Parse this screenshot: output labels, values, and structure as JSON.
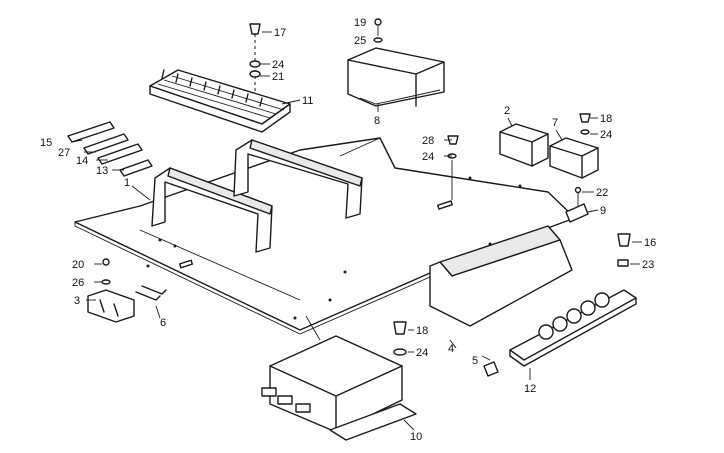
{
  "callouts": [
    {
      "id": "c1",
      "text": "1"
    },
    {
      "id": "c2",
      "text": "2"
    },
    {
      "id": "c3",
      "text": "3"
    },
    {
      "id": "c4",
      "text": "4"
    },
    {
      "id": "c5",
      "text": "5"
    },
    {
      "id": "c6",
      "text": "6"
    },
    {
      "id": "c7",
      "text": "7"
    },
    {
      "id": "c8",
      "text": "8"
    },
    {
      "id": "c9",
      "text": "9"
    },
    {
      "id": "c10",
      "text": "10"
    },
    {
      "id": "c11",
      "text": "11"
    },
    {
      "id": "c12",
      "text": "12"
    },
    {
      "id": "c13",
      "text": "13"
    },
    {
      "id": "c14",
      "text": "14"
    },
    {
      "id": "c15",
      "text": "15"
    },
    {
      "id": "c16",
      "text": "16"
    },
    {
      "id": "c17",
      "text": "17"
    },
    {
      "id": "c18a",
      "text": "18"
    },
    {
      "id": "c18b",
      "text": "18"
    },
    {
      "id": "c19",
      "text": "19"
    },
    {
      "id": "c20",
      "text": "20"
    },
    {
      "id": "c21",
      "text": "21"
    },
    {
      "id": "c22",
      "text": "22"
    },
    {
      "id": "c23",
      "text": "23"
    },
    {
      "id": "c24a",
      "text": "24"
    },
    {
      "id": "c24b",
      "text": "24"
    },
    {
      "id": "c24c",
      "text": "24"
    },
    {
      "id": "c24d",
      "text": "24"
    },
    {
      "id": "c25",
      "text": "25"
    },
    {
      "id": "c26",
      "text": "26"
    },
    {
      "id": "c27",
      "text": "27"
    },
    {
      "id": "c28",
      "text": "28"
    }
  ]
}
